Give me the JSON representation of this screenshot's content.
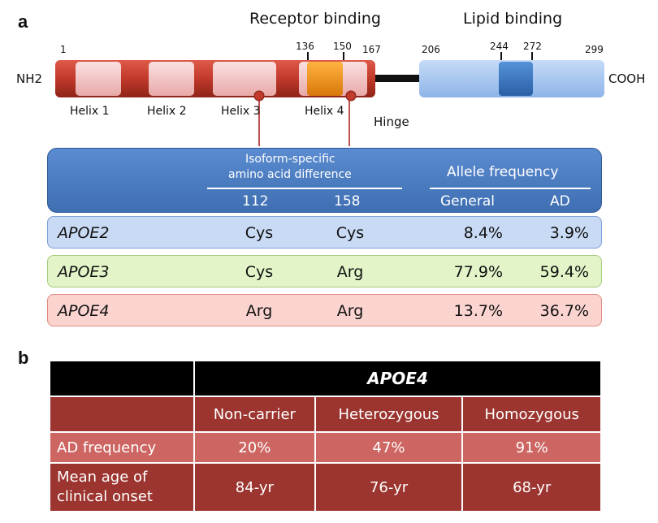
{
  "panel_a": {
    "letter": "a",
    "receptor_binding": "Receptor binding",
    "lipid_binding": "Lipid binding",
    "nh2": "NH2",
    "cooh": "COOH",
    "hinge": "Hinge",
    "positions": [
      "1",
      "136",
      "150",
      "167",
      "206",
      "244",
      "272",
      "299"
    ],
    "helices": [
      "Helix 1",
      "Helix 2",
      "Helix 3",
      "Helix 4"
    ],
    "table": {
      "header_isoform_line1": "Isoform-specific",
      "header_isoform_line2": "amino acid difference",
      "header_allele": "Allele frequency",
      "col_112": "112",
      "col_158": "158",
      "col_general": "General",
      "col_ad": "AD",
      "rows": [
        {
          "name": "APOE2",
          "aa112": "Cys",
          "aa158": "Cys",
          "general": "8.4%",
          "ad": "3.9%",
          "color": "#c9daf5"
        },
        {
          "name": "APOE3",
          "aa112": "Cys",
          "aa158": "Arg",
          "general": "77.9%",
          "ad": "59.4%",
          "color": "#e2f4c8"
        },
        {
          "name": "APOE4",
          "aa112": "Arg",
          "aa158": "Arg",
          "general": "13.7%",
          "ad": "36.7%",
          "color": "#fbd4d0"
        }
      ]
    }
  },
  "panel_b": {
    "letter": "b",
    "gene": "APOE4",
    "columns": [
      "Non-carrier",
      "Heterozygous",
      "Homozygous"
    ],
    "rows": [
      {
        "label_line1": "AD frequency",
        "label_line2": "",
        "values": [
          "20%",
          "47%",
          "91%"
        ]
      },
      {
        "label_line1": "Mean age of",
        "label_line2": "clinical onset",
        "values": [
          "84-yr",
          "76-yr",
          "68-yr"
        ]
      }
    ],
    "colors": {
      "header_bg": "#000000",
      "dark_red": "#9c3530",
      "mid_red": "#c0504d",
      "light_red": "#cd6562"
    }
  },
  "colors": {
    "domain_red": "#c0392b",
    "helix_pink": "#f4c2c2",
    "receptor_orange": "#f39c12",
    "lipid_blue": "#aac8f0",
    "lipid_dark_blue": "#3a78c2",
    "table_header_blue": "#4a7cc0"
  }
}
